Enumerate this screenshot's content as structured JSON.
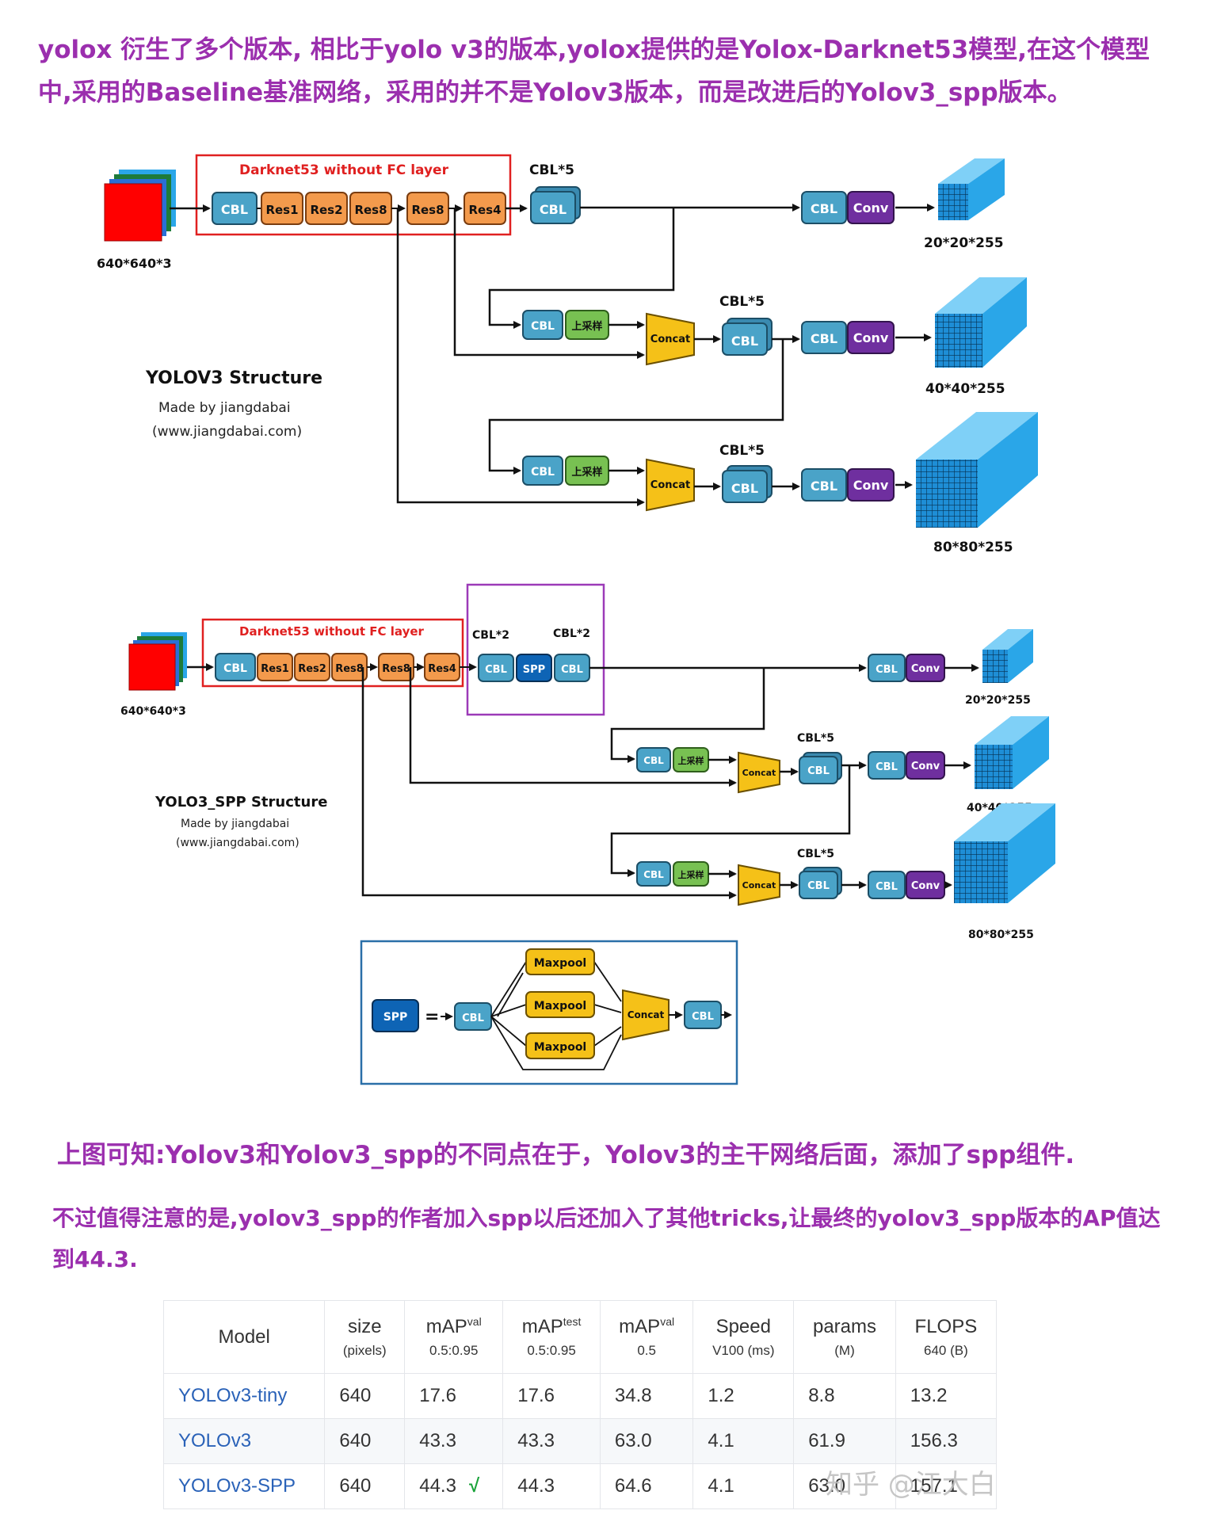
{
  "intro": "yolox 衍生了多个版本, 相比于yolo v3的版本,yolox提供的是Yolox-Darknet53模型,在这个模型中,采用的Baseline基准网络，采用的并不是Yolov3版本，而是改进后的Yolov3_spp版本。",
  "diagram1": {
    "darknet_title": "Darknet53 without FC layer",
    "input_label": "640*640*3",
    "backbone_blocks": [
      "CBL",
      "Res1",
      "Res2",
      "Res8",
      "Res8",
      "Res4"
    ],
    "cbl5": "CBL*5",
    "cbl": "CBL",
    "conv": "Conv",
    "upsample": "上采样",
    "concat": "Concat",
    "outputs": [
      "20*20*255",
      "40*40*255",
      "80*80*255"
    ],
    "structure_title": "YOLOV3 Structure",
    "made_by": "Made by jiangdabai",
    "website": "(www.jiangdabai.com)"
  },
  "diagram2": {
    "darknet_title": "Darknet53 without FC layer",
    "input_label": "640*640*3",
    "backbone_blocks": [
      "CBL",
      "Res1",
      "Res2",
      "Res8",
      "Res8",
      "Res4"
    ],
    "cbl2_left": "CBL*2",
    "cbl2_right": "CBL*2",
    "spp": "SPP",
    "cbl5": "CBL*5",
    "cbl": "CBL",
    "conv": "Conv",
    "upsample": "上采样",
    "concat": "Concat",
    "outputs": [
      "20*20*255",
      "40*40*255",
      "80*80*255"
    ],
    "structure_title": "YOLO3_SPP Structure",
    "made_by": "Made by jiangdabai",
    "website": "(www.jiangdabai.com)"
  },
  "spp_detail": {
    "spp": "SPP",
    "equals": "=",
    "cbl": "CBL",
    "maxpool": "Maxpool",
    "concat": "Concat"
  },
  "para2": "上图可知:Yolov3和Yolov3_spp的不同点在于，Yolov3的主干网络后面，添加了spp组件.",
  "para3": "不过值得注意的是,yolov3_spp的作者加入spp以后还加入了其他tricks,让最终的yolov3_spp版本的AP值达到44.3.",
  "table": {
    "headers": [
      {
        "main": "Model",
        "sub": ""
      },
      {
        "main": "size",
        "sub": "(pixels)"
      },
      {
        "main": "mAP",
        "sup": "val",
        "sub": "0.5:0.95"
      },
      {
        "main": "mAP",
        "sup": "test",
        "sub": "0.5:0.95"
      },
      {
        "main": "mAP",
        "sup": "val",
        "sub": "0.5"
      },
      {
        "main": "Speed",
        "sub": "V100 (ms)"
      },
      {
        "main": "params",
        "sub": "(M)"
      },
      {
        "main": "FLOPS",
        "sub": "640 (B)"
      }
    ],
    "rows": [
      [
        "YOLOv3-tiny",
        "640",
        "17.6",
        "17.6",
        "34.8",
        "1.2",
        "8.8",
        "13.2"
      ],
      [
        "YOLOv3",
        "640",
        "43.3",
        "43.3",
        "63.0",
        "4.1",
        "61.9",
        "156.3"
      ],
      [
        "YOLOv3-SPP",
        "640",
        "44.3",
        "44.3",
        "64.6",
        "4.1",
        "63.0",
        "157.1"
      ]
    ],
    "check": "√"
  },
  "watermark": "知乎 @江大白",
  "colors": {
    "text_purple": "#9b2fae",
    "cbl": "#4aa3c8",
    "res": "#f39a4c",
    "conv": "#6f2f9f",
    "upsample": "#78c152",
    "concat": "#f5c118",
    "spp": "#0e64b5",
    "output_cube": "#2aa6e8",
    "red_box": "#e02020",
    "purple_box": "#9c3ab8",
    "link_blue": "#2a62b8"
  }
}
